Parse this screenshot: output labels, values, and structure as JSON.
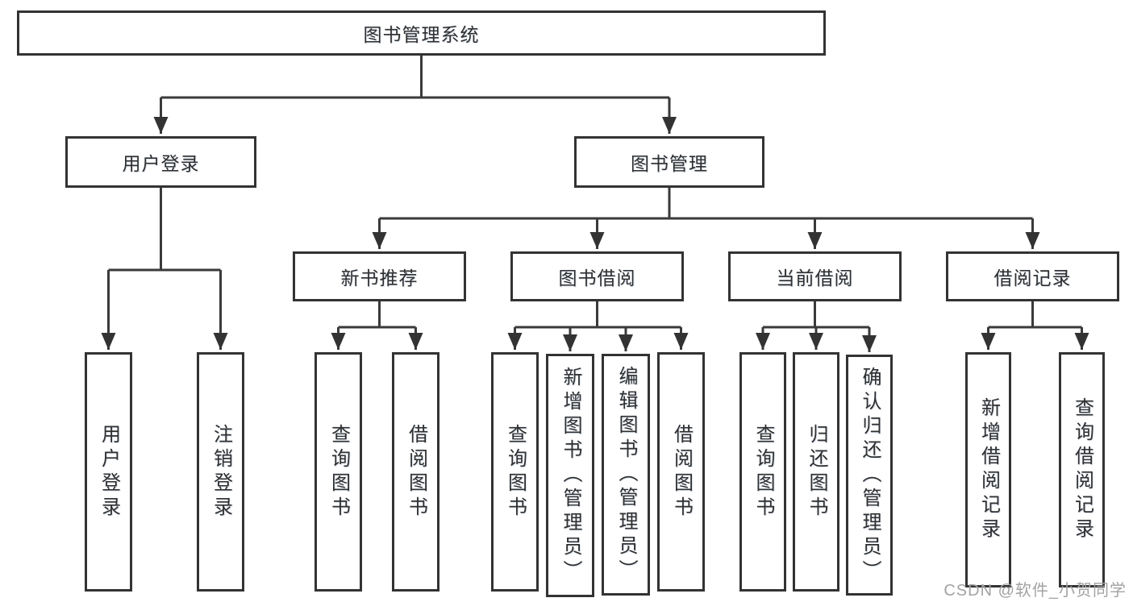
{
  "diagram_title": "图书管理系统",
  "colors": {
    "box_border": "#333333",
    "connector": "#3a3a3a",
    "text": "#2f2f2f",
    "watermark_text": "#a3a3a3",
    "background": "#ffffff"
  },
  "tree": {
    "root": {
      "label": "图书管理系统"
    },
    "branches": [
      {
        "label": "用户登录",
        "children": [
          {
            "label": "用户登录"
          },
          {
            "label": "注销登录"
          }
        ]
      },
      {
        "label": "图书管理",
        "children": [
          {
            "label": "新书推荐",
            "children": [
              {
                "label": "查询图书"
              },
              {
                "label": "借阅图书"
              }
            ]
          },
          {
            "label": "图书借阅",
            "children": [
              {
                "label": "查询图书"
              },
              {
                "label": "新增图书（管理员）"
              },
              {
                "label": "编辑图书（管理员）"
              },
              {
                "label": "借阅图书"
              }
            ]
          },
          {
            "label": "当前借阅",
            "children": [
              {
                "label": "查询图书"
              },
              {
                "label": "归还图书"
              },
              {
                "label": "确认归还（管理员）"
              }
            ]
          },
          {
            "label": "借阅记录",
            "children": [
              {
                "label": "新增借阅记录"
              },
              {
                "label": "查询借阅记录"
              }
            ]
          }
        ]
      }
    ]
  },
  "watermark": {
    "text": "CSDN @软件_小贺同学"
  }
}
